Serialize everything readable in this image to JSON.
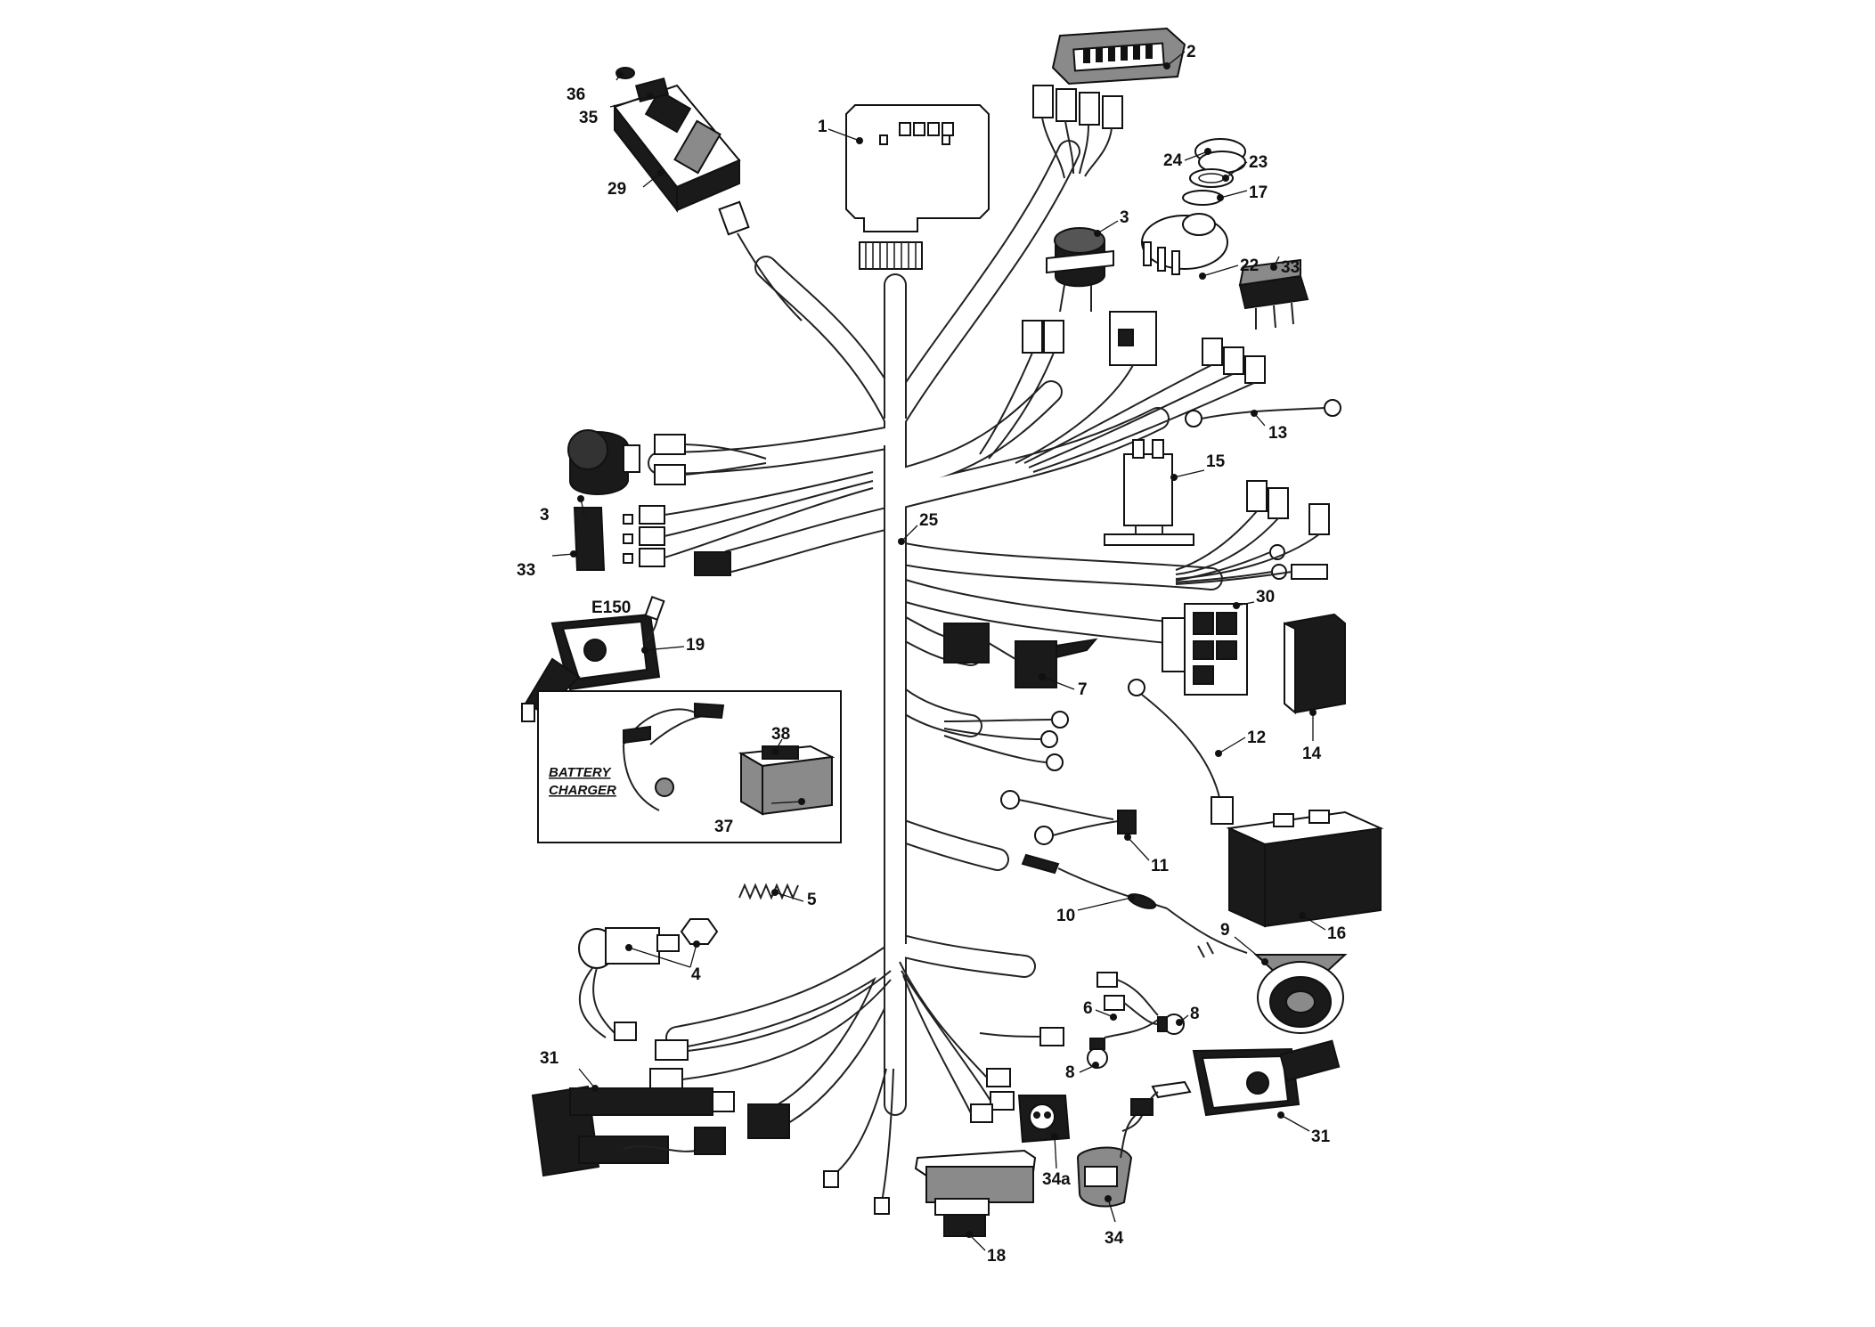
{
  "labels": {
    "l1": "1",
    "l2": "2",
    "l3a": "3",
    "l3b": "3",
    "l4": "4",
    "l5": "5",
    "l6": "6",
    "l7": "7",
    "l8a": "8",
    "l8b": "8",
    "l9": "9",
    "l10": "10",
    "l11": "11",
    "l12": "12",
    "l13": "13",
    "l14": "14",
    "l15": "15",
    "l16": "16",
    "l17": "17",
    "l18": "18",
    "l19": "19",
    "l22": "22",
    "l23": "23",
    "l24": "24",
    "l25": "25",
    "l29": "29",
    "l30": "30",
    "l31a": "31",
    "l31b": "31",
    "l33a": "33",
    "l33b": "33",
    "l34": "34",
    "l34a": "34a",
    "l35": "35",
    "l36": "36",
    "l37": "37",
    "l38": "38",
    "e150": "E150"
  },
  "inset": {
    "line1": "BATTERY",
    "line2": "CHARGER"
  }
}
